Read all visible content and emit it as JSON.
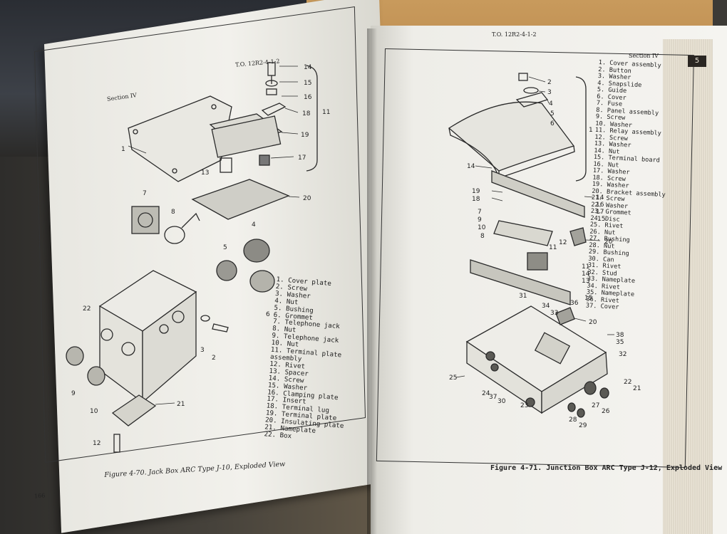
{
  "left_page": {
    "header_doc": "T.O. 12R2-4-1-2",
    "header_section": "Section IV",
    "caption": "Figure 4-70. Jack Box ARC Type J-10, Exploded View",
    "page_number": "166",
    "legend": [
      "1. Cover plate",
      "2. Screw",
      "3. Washer",
      "4. Nut",
      "5. Bushing",
      "6. Grommet",
      "7. Telephone jack",
      "8. Nut",
      "9. Telephone jack",
      "10. Nut",
      "11. Terminal plate",
      "    assembly",
      "12. Rivet",
      "13. Spacer",
      "14. Screw",
      "15. Washer",
      "16. Clamping plate",
      "17. Insert",
      "18. Terminal lug",
      "19. Terminal plate",
      "20. Insulating plate",
      "21. Nameplate",
      "22. Box"
    ],
    "callouts": [
      "14",
      "15",
      "16",
      "18",
      "11",
      "19",
      "17",
      "13",
      "1",
      "20",
      "2",
      "3",
      "4",
      "5",
      "6",
      "22",
      "7",
      "8",
      "9",
      "10",
      "21",
      "12"
    ]
  },
  "right_page": {
    "header_doc": "T.O. 12R2-4-1-2",
    "header_section": "Section IV",
    "tab_label": "5",
    "caption": "Figure 4-71. Junction Box ARC Type J-12, Exploded View",
    "legend": [
      "1. Cover assembly",
      "2. Button",
      "3. Washer",
      "4. Snapslide",
      "5. Guide",
      "6. Cover",
      "7. Fuse",
      "8. Panel assembly",
      "9. Screw",
      "10. Washer",
      "11. Relay assembly",
      "12. Screw",
      "13. Washer",
      "14. Nut",
      "15. Terminal board",
      "16. Nut",
      "17. Washer",
      "18. Screw",
      "19. Washer",
      "20. Bracket assembly",
      "21. Screw",
      "22. Washer",
      "23. Grommet",
      "24. Disc",
      "25. Rivet",
      "26. Nut",
      "27. Bushing",
      "28. Nut",
      "29. Bushing",
      "30. Can",
      "31. Rivet",
      "32. Stud",
      "33. Nameplate",
      "34. Rivet",
      "35. Nameplate",
      "36. Rivet",
      "37. Cover"
    ],
    "callouts": [
      "2",
      "3",
      "4",
      "5",
      "6",
      "1",
      "14",
      "19",
      "18",
      "7",
      "9",
      "10",
      "8",
      "14",
      "16",
      "17",
      "15",
      "12",
      "11",
      "20",
      "11",
      "14",
      "13",
      "15",
      "31",
      "34",
      "33",
      "36",
      "20",
      "38",
      "35",
      "32",
      "25",
      "24",
      "37",
      "30",
      "23",
      "22",
      "21",
      "27",
      "26",
      "28",
      "29"
    ]
  }
}
